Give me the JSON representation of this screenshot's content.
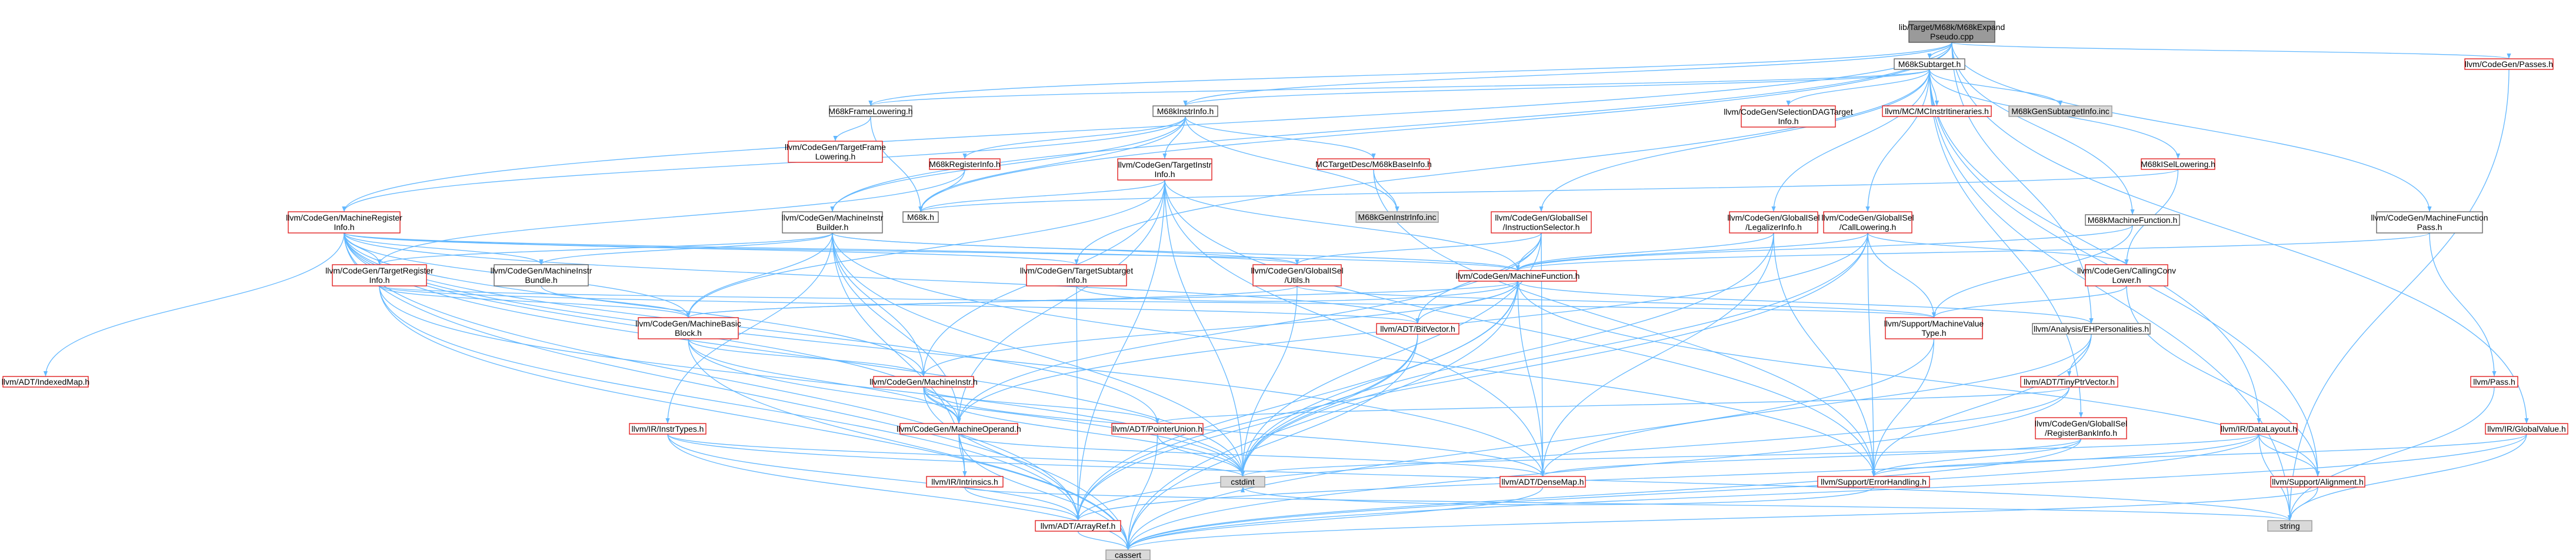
{
  "graph": {
    "colors": {
      "edge": "#63b8ff",
      "red_border": "#e02020",
      "gray_fill": "#d9d9d9",
      "root_fill": "#9a9a9a"
    },
    "nodes": [
      {
        "id": "root",
        "style": "root",
        "lines": [
          "lib/Target/M68k/M68kExpand",
          "Pseudo.cpp"
        ]
      },
      {
        "id": "m68ksubtarget",
        "style": "black",
        "lines": [
          "M68kSubtarget.h"
        ]
      },
      {
        "id": "passes",
        "style": "red",
        "lines": [
          "llvm/CodeGen/Passes.h"
        ]
      },
      {
        "id": "m68kframelowering",
        "style": "black",
        "lines": [
          "M68kFrameLowering.h"
        ]
      },
      {
        "id": "m68kinstrinfo",
        "style": "black",
        "lines": [
          "M68kInstrInfo.h"
        ]
      },
      {
        "id": "selectiondagtargetinfo",
        "style": "red",
        "lines": [
          "llvm/CodeGen/SelectionDAGTarget",
          "Info.h"
        ]
      },
      {
        "id": "mcinstritineraries",
        "style": "red",
        "lines": [
          "llvm/MC/MCInstrItineraries.h"
        ]
      },
      {
        "id": "m68kgensubtargetinfo",
        "style": "gray",
        "lines": [
          "M68kGenSubtargetInfo.inc"
        ]
      },
      {
        "id": "targetframelowering",
        "style": "red",
        "lines": [
          "llvm/CodeGen/TargetFrame",
          "Lowering.h"
        ]
      },
      {
        "id": "m68kregisterinfo",
        "style": "red",
        "lines": [
          "M68kRegisterInfo.h"
        ]
      },
      {
        "id": "targetinstrinfo",
        "style": "red",
        "lines": [
          "llvm/CodeGen/TargetInstr",
          "Info.h"
        ]
      },
      {
        "id": "mctargetdesc",
        "style": "red",
        "lines": [
          "MCTargetDesc/M68kBaseInfo.h"
        ]
      },
      {
        "id": "m68kisellowering",
        "style": "red",
        "lines": [
          "M68kISelLowering.h"
        ]
      },
      {
        "id": "machineregisterinfo",
        "style": "red",
        "lines": [
          "llvm/CodeGen/MachineRegister",
          "Info.h"
        ]
      },
      {
        "id": "m68kh",
        "style": "black",
        "lines": [
          "M68k.h"
        ]
      },
      {
        "id": "m68kgeninstrinfo",
        "style": "gray",
        "lines": [
          "M68kGenInstrInfo.inc"
        ]
      },
      {
        "id": "machineinstrbuilder",
        "style": "black",
        "lines": [
          "llvm/CodeGen/MachineInstr",
          "Builder.h"
        ]
      },
      {
        "id": "instructionselector",
        "style": "red",
        "lines": [
          "llvm/CodeGen/GlobalISel",
          "/InstructionSelector.h"
        ]
      },
      {
        "id": "legalizerinfo",
        "style": "red",
        "lines": [
          "llvm/CodeGen/GlobalISel",
          "/LegalizerInfo.h"
        ]
      },
      {
        "id": "calllowering",
        "style": "red",
        "lines": [
          "llvm/CodeGen/GlobalISel",
          "/CallLowering.h"
        ]
      },
      {
        "id": "m68kmachinefunction",
        "style": "black",
        "lines": [
          "M68kMachineFunction.h"
        ]
      },
      {
        "id": "machinefunctionpass",
        "style": "black",
        "lines": [
          "llvm/CodeGen/MachineFunction",
          "Pass.h"
        ]
      },
      {
        "id": "targetregisterinfo",
        "style": "red",
        "lines": [
          "llvm/CodeGen/TargetRegister",
          "Info.h"
        ]
      },
      {
        "id": "machineinstrbundle",
        "style": "black",
        "lines": [
          "llvm/CodeGen/MachineInstr",
          "Bundle.h"
        ]
      },
      {
        "id": "targetsubtargetinfo",
        "style": "red",
        "lines": [
          "llvm/CodeGen/TargetSubtarget",
          "Info.h"
        ]
      },
      {
        "id": "globaliselutils",
        "style": "red",
        "lines": [
          "llvm/CodeGen/GlobalISel",
          "/Utils.h"
        ]
      },
      {
        "id": "machinefunction",
        "style": "red",
        "lines": [
          "llvm/CodeGen/MachineFunction.h"
        ]
      },
      {
        "id": "callingconvlower",
        "style": "red",
        "lines": [
          "llvm/CodeGen/CallingConv",
          "Lower.h"
        ]
      },
      {
        "id": "indexedmap",
        "style": "red",
        "lines": [
          "llvm/ADT/IndexedMap.h"
        ]
      },
      {
        "id": "machinebasicblock",
        "style": "red",
        "lines": [
          "llvm/CodeGen/MachineBasic",
          "Block.h"
        ]
      },
      {
        "id": "bitvector",
        "style": "red",
        "lines": [
          "llvm/ADT/BitVector.h"
        ]
      },
      {
        "id": "machinevaluetype",
        "style": "red",
        "lines": [
          "llvm/Support/MachineValue",
          "Type.h"
        ]
      },
      {
        "id": "ehpersonalities",
        "style": "black",
        "lines": [
          "llvm/Analysis/EHPersonalities.h"
        ]
      },
      {
        "id": "machineinstr",
        "style": "red",
        "lines": [
          "llvm/CodeGen/MachineInstr.h"
        ]
      },
      {
        "id": "tinyptrvector",
        "style": "red",
        "lines": [
          "llvm/ADT/TinyPtrVector.h"
        ]
      },
      {
        "id": "pass",
        "style": "red",
        "lines": [
          "llvm/Pass.h"
        ]
      },
      {
        "id": "instrtypes",
        "style": "red",
        "lines": [
          "llvm/IR/InstrTypes.h"
        ]
      },
      {
        "id": "machineoperand",
        "style": "red",
        "lines": [
          "llvm/CodeGen/MachineOperand.h"
        ]
      },
      {
        "id": "pointerunion",
        "style": "red",
        "lines": [
          "llvm/ADT/PointerUnion.h"
        ]
      },
      {
        "id": "registerbankinfo",
        "style": "red",
        "lines": [
          "llvm/CodeGen/GlobalISel",
          "/RegisterBankInfo.h"
        ]
      },
      {
        "id": "datalayout",
        "style": "red",
        "lines": [
          "llvm/IR/DataLayout.h"
        ]
      },
      {
        "id": "globalvalue",
        "style": "red",
        "lines": [
          "llvm/IR/GlobalValue.h"
        ]
      },
      {
        "id": "cstdint",
        "style": "gray",
        "lines": [
          "cstdint"
        ]
      },
      {
        "id": "densemap",
        "style": "red",
        "lines": [
          "llvm/ADT/DenseMap.h"
        ]
      },
      {
        "id": "errorhandling",
        "style": "red",
        "lines": [
          "llvm/Support/ErrorHandling.h"
        ]
      },
      {
        "id": "alignment",
        "style": "red",
        "lines": [
          "llvm/Support/Alignment.h"
        ]
      },
      {
        "id": "intrinsics",
        "style": "red",
        "lines": [
          "llvm/IR/Intrinsics.h"
        ]
      },
      {
        "id": "arrayref",
        "style": "red",
        "lines": [
          "llvm/ADT/ArrayRef.h"
        ]
      },
      {
        "id": "string",
        "style": "gray",
        "lines": [
          "string"
        ]
      },
      {
        "id": "cassert",
        "style": "gray",
        "lines": [
          "cassert"
        ]
      }
    ]
  }
}
